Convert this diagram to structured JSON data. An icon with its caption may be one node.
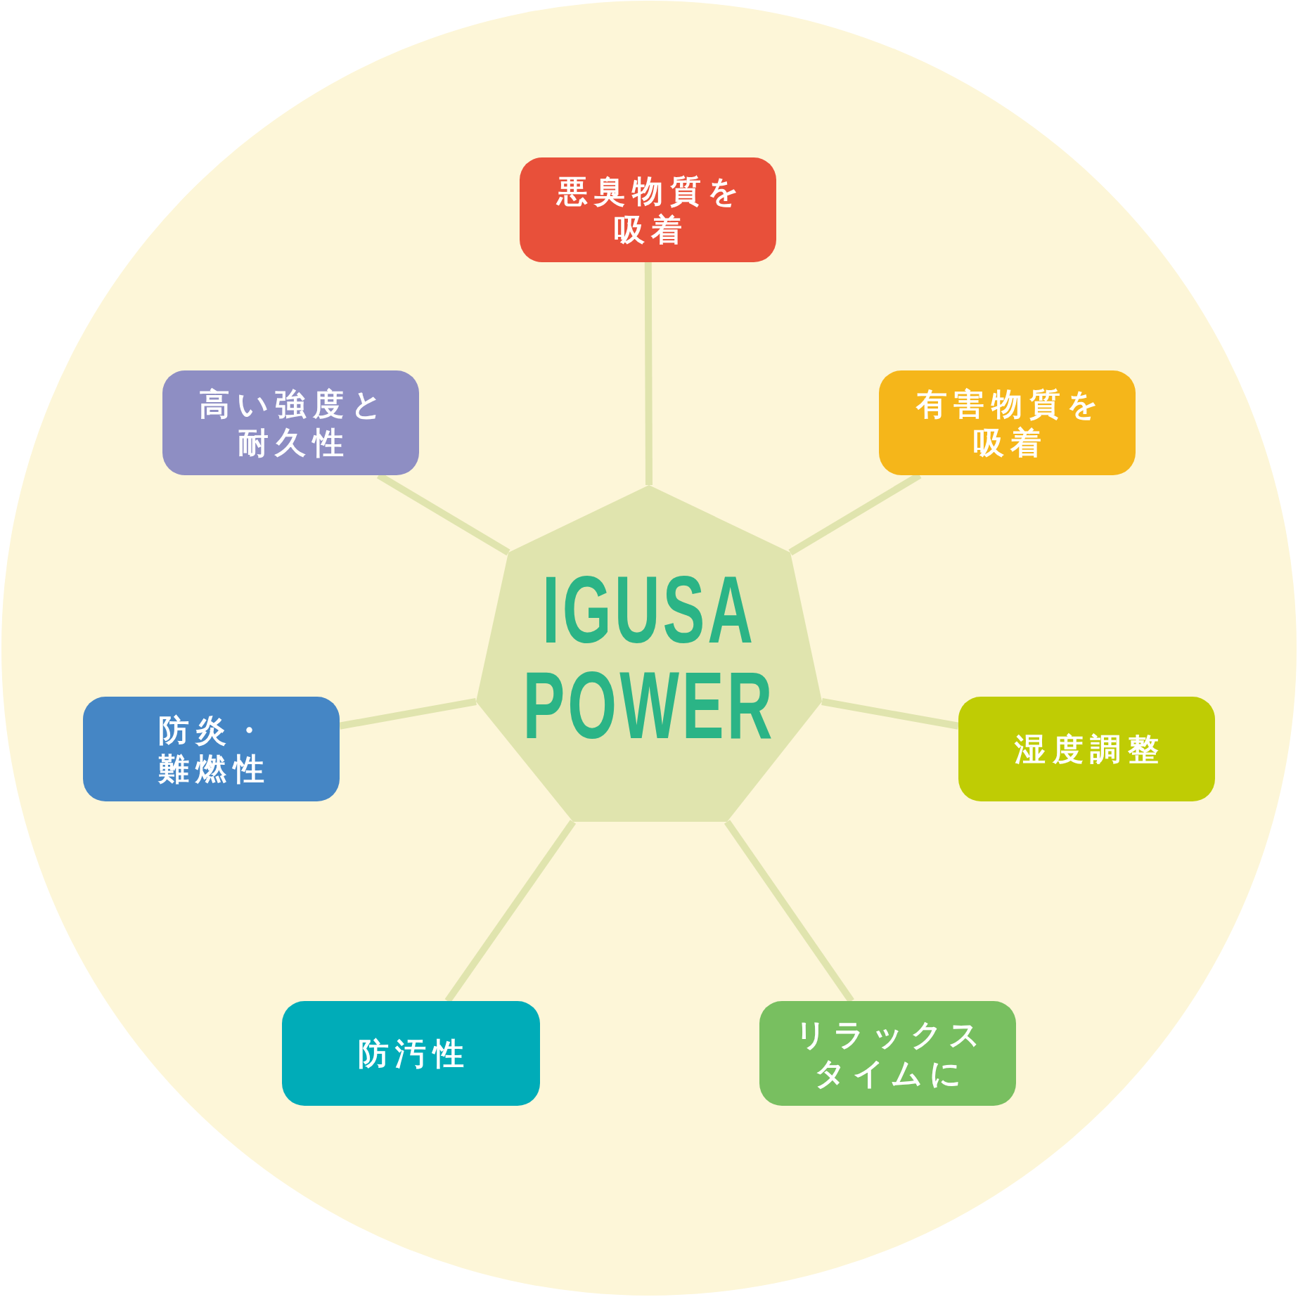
{
  "diagram": {
    "nodes": [
      {
        "text": [
          "IGUSA POWER"
        ]
      },
      {
        "text": [
          "悪臭物質を吸着"
        ]
      },
      {
        "text": [
          "有害物質を吸着"
        ]
      },
      {
        "text": [
          "湿度調整"
        ]
      },
      {
        "text": [
          "リラックスタイムに"
        ]
      },
      {
        "text": [
          "防汚性"
        ]
      },
      {
        "text": [
          "防炎・難燃性"
        ]
      },
      {
        "text": [
          "高い強度と耐久性"
        ]
      }
    ],
    "edges": [
      {
        "from": 0,
        "to": 1,
        "arrow": "none"
      },
      {
        "from": 0,
        "to": 2,
        "arrow": "none"
      },
      {
        "from": 0,
        "to": 3,
        "arrow": "none"
      },
      {
        "from": 0,
        "to": 4,
        "arrow": "none"
      },
      {
        "from": 0,
        "to": 5,
        "arrow": "none"
      },
      {
        "from": 0,
        "to": 6,
        "arrow": "none"
      },
      {
        "from": 0,
        "to": 7,
        "arrow": "none"
      }
    ]
  }
}
